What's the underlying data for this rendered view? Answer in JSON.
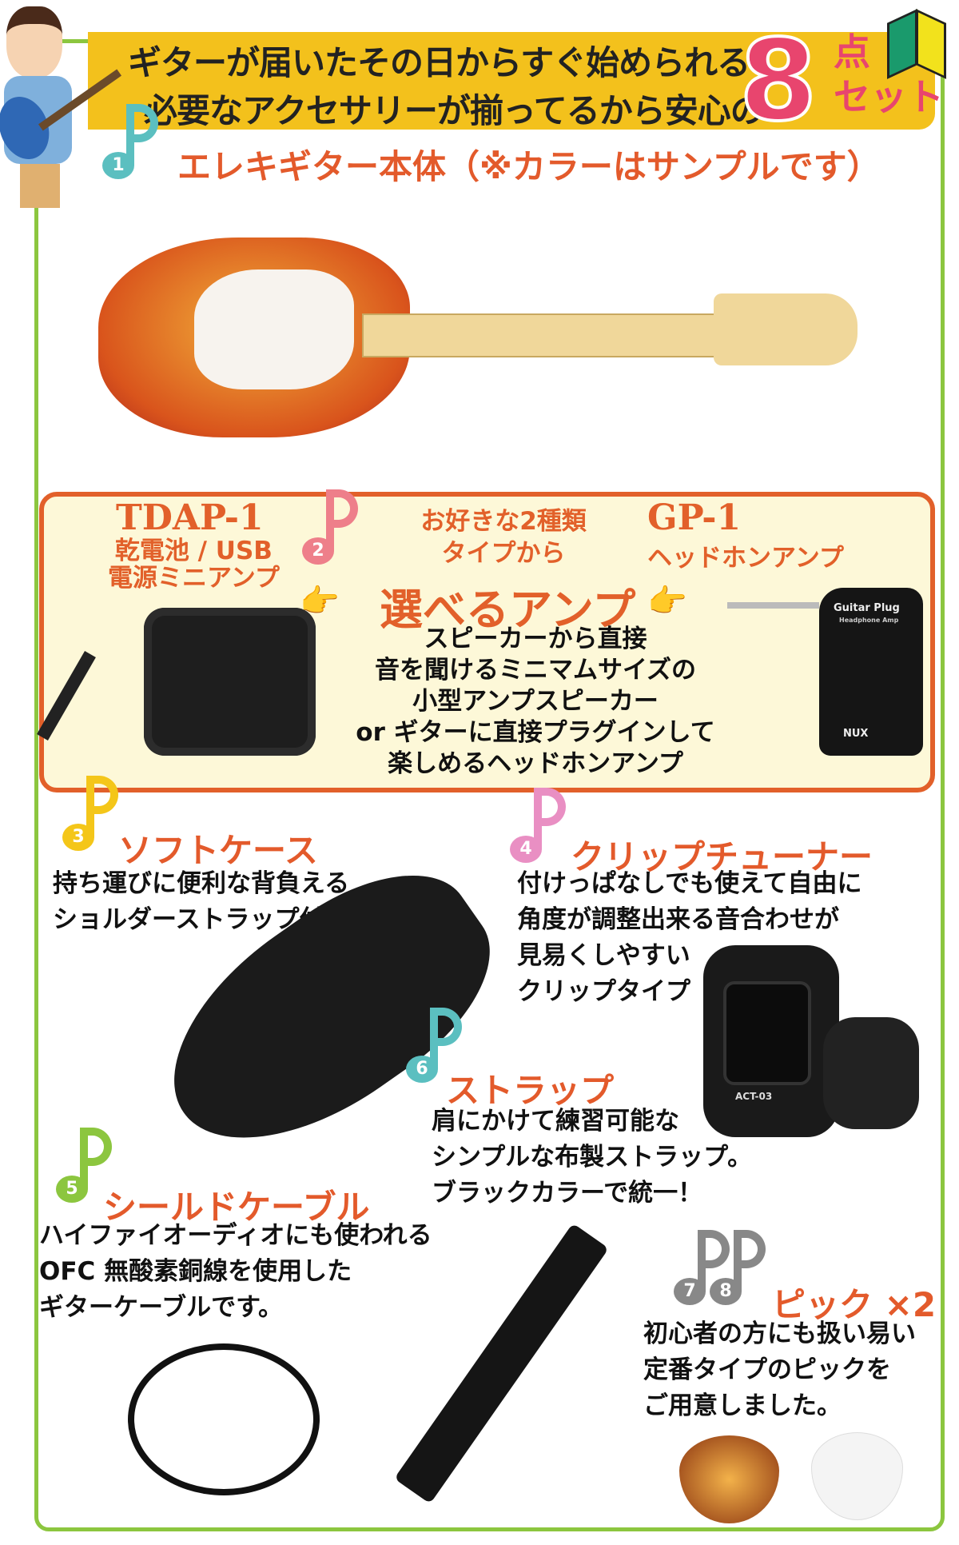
{
  "header": {
    "line1": "ギターが届いたその日からすぐ始められる",
    "line2": "必要なアクセサリーが揃ってるから安心の",
    "count": "8",
    "count_unit_1": "点",
    "count_unit_2": "セット"
  },
  "sections": [
    {
      "number": "1",
      "title": "エレキギター本体（※カラーはサンプルです）",
      "note_color": "#5bbfc0"
    },
    {
      "number": "2",
      "note_color": "#ee7f8a",
      "left_model": "TDAP-1",
      "left_desc_1": "乾電池 / USB",
      "left_desc_2": "電源ミニアンプ",
      "center_1": "お好きな2種類",
      "center_2": "タイプから",
      "heading": "選べるアンプ",
      "right_model": "GP-1",
      "right_desc": "ヘッドホンアンプ",
      "body": [
        "スピーカーから直接",
        "音を聞けるミニマムサイズの",
        "小型アンプスピーカー",
        "or ギターに直接プラグインして",
        "楽しめるヘッドホンアンプ"
      ],
      "product_labels": {
        "gp1_brand": "Guitar Plug",
        "gp1_sub": "Headphone Amp",
        "gp1_maker": "NUX"
      }
    },
    {
      "number": "3",
      "title": "ソフトケース",
      "note_color": "#f4c619",
      "desc": [
        "持ち運びに便利な背負える",
        "ショルダーストラップ付き"
      ]
    },
    {
      "number": "4",
      "title": "クリップチューナー",
      "note_color": "#e98fc3",
      "desc": [
        "付けっぱなしでも使えて自由に",
        "角度が調整出来る音合わせが",
        "見易くしやすい",
        "クリップタイプ"
      ],
      "product_label": "ACT-03"
    },
    {
      "number": "5",
      "title": "シールドケーブル",
      "note_color": "#8cc63f",
      "desc": [
        "ハイファイオーディオにも使われる",
        "OFC 無酸素銅線を使用した",
        "ギターケーブルです。"
      ]
    },
    {
      "number": "6",
      "title": "ストラップ",
      "note_color": "#5bbfc0",
      "desc": [
        "肩にかけて練習可能な",
        "シンプルな布製ストラップ。",
        "ブラックカラーで統一！"
      ]
    },
    {
      "number": "7",
      "number_b": "8",
      "title": "ピック ×2",
      "note_color": "#888888",
      "desc": [
        "初心者の方にも扱い易い",
        "定番タイプのピックを",
        "ご用意しました。"
      ]
    }
  ],
  "colors": {
    "frame": "#8cc63f",
    "band": "#f3c11c",
    "accent": "#e35a2b",
    "pink": "#e8456e",
    "cream": "#fdf8d8"
  }
}
